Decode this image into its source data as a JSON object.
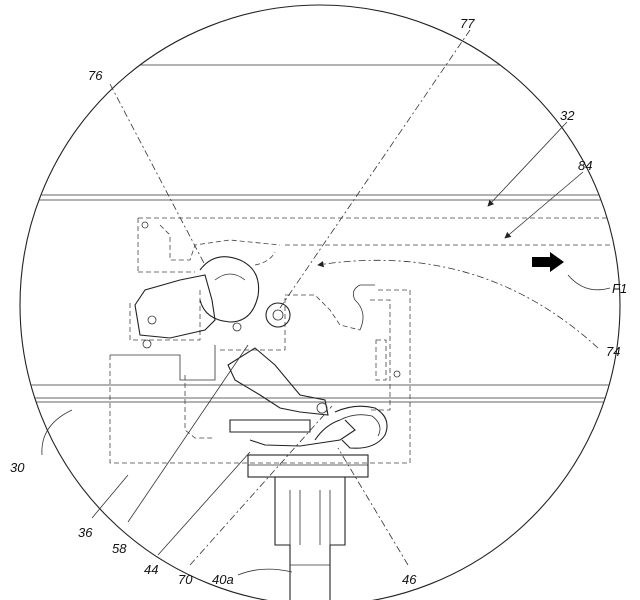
{
  "labels": {
    "l77": "77",
    "l76": "76",
    "l32": "32",
    "l84": "84",
    "lF1": "F1",
    "l74": "74",
    "l30": "30",
    "l36": "36",
    "l58": "58",
    "l44": "44",
    "l70": "70",
    "l40a": "40a",
    "l46": "46"
  },
  "arrow": {
    "direction": "right",
    "color": "#000000"
  }
}
